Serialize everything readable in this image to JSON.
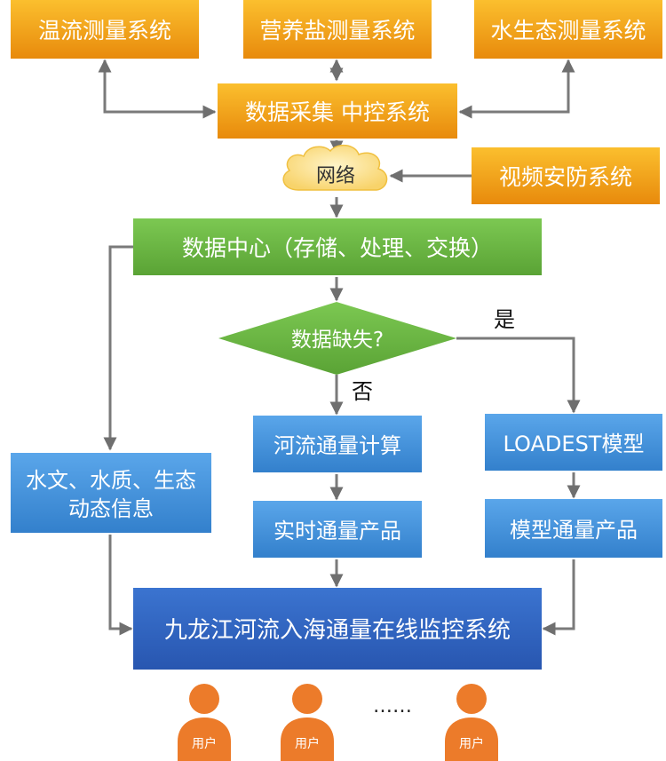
{
  "nodes": {
    "temp": "温流测量系统",
    "nutrient": "营养盐测量系统",
    "eco": "水生态测量系统",
    "collect": "数据采集 中控系统",
    "network": "网络",
    "video": "视频安防系统",
    "center": "数据中心（存储、处理、交换）",
    "decision": "数据缺失?",
    "yes": "是",
    "no": "否",
    "flux": "河流通量计算",
    "loadest": "LOADEST模型",
    "hydro_line1": "水文、水质、生态",
    "hydro_line2": "动态信息",
    "realtime": "实时通量产品",
    "model_product": "模型通量产品",
    "system": "九龙江河流入海通量在线监控系统",
    "ellipsis": "……",
    "user": "用户"
  },
  "colors": {
    "orange": "#f0a010",
    "green": "#6cb842",
    "blue": "#3f8fd6",
    "darkblue": "#2f62c0",
    "user": "#ec7b2a",
    "arrow": "#7a7a7a"
  }
}
